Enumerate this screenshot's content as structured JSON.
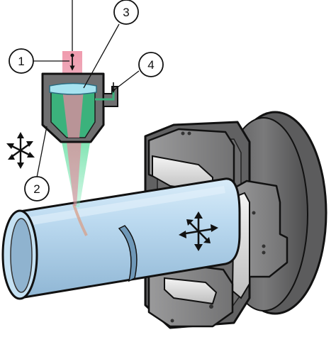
{
  "callouts": [
    {
      "id": "1",
      "label": "1"
    },
    {
      "id": "2",
      "label": "2"
    },
    {
      "id": "3",
      "label": "3"
    },
    {
      "id": "4",
      "label": "4"
    }
  ],
  "icons": {
    "head_motion": "move-3d-arrows-icon",
    "tube_motion": "move-3d-arrows-icon"
  },
  "colors": {
    "laser_beam": "#e8788f",
    "assist_gas": "#5fd39a",
    "nozzle_body": "#6f6f70",
    "tube": "#b9d9ef",
    "chuck": "#6a6a6a"
  }
}
